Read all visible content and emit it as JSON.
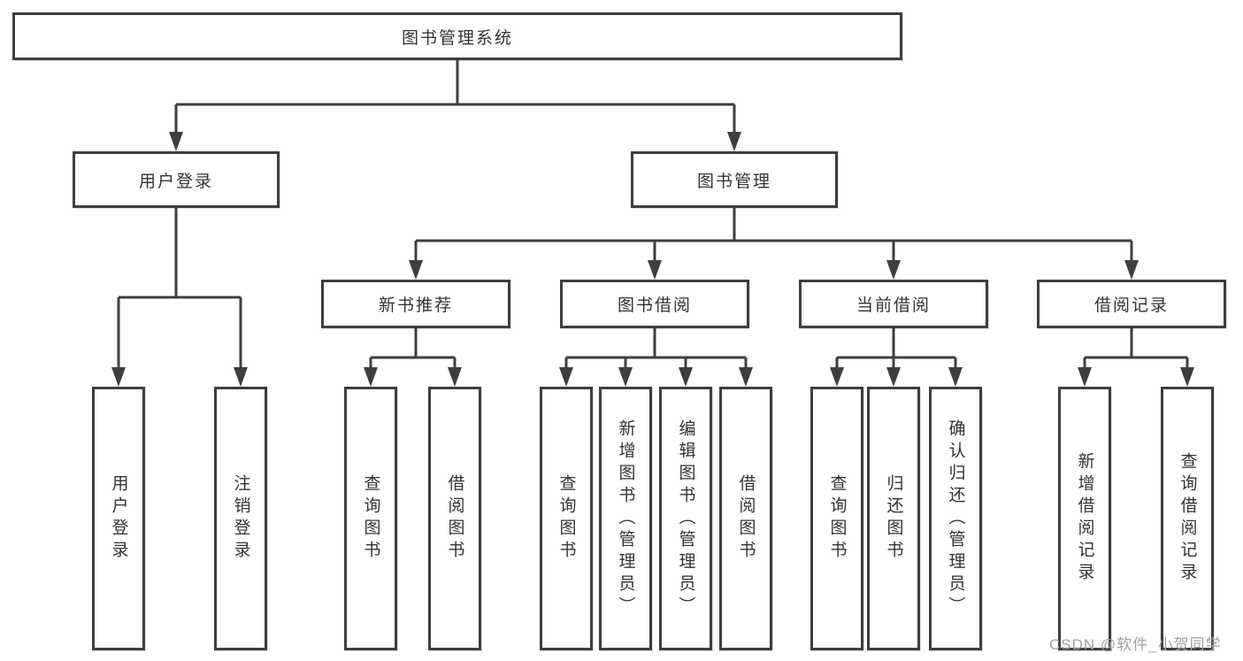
{
  "diagram": {
    "type": "tree",
    "root": {
      "label": "图书管理系统"
    },
    "level1": [
      {
        "id": "user-login",
        "label": "用户登录",
        "parent": "图书管理系统"
      },
      {
        "id": "book-management",
        "label": "图书管理",
        "parent": "图书管理系统"
      }
    ],
    "level2": [
      {
        "id": "new-book-recommendation",
        "label": "新书推荐",
        "parent": "图书管理"
      },
      {
        "id": "book-borrowing",
        "label": "图书借阅",
        "parent": "图书管理"
      },
      {
        "id": "current-borrowing",
        "label": "当前借阅",
        "parent": "图书管理"
      },
      {
        "id": "borrowing-records",
        "label": "借阅记录",
        "parent": "图书管理"
      }
    ],
    "leaves": [
      {
        "label": "用户登录",
        "parent": "用户登录"
      },
      {
        "label": "注销登录",
        "parent": "用户登录"
      },
      {
        "label": "查询图书",
        "parent": "新书推荐"
      },
      {
        "label": "借阅图书",
        "parent": "新书推荐"
      },
      {
        "label": "查询图书",
        "parent": "图书借阅"
      },
      {
        "label": "新增图书（管理员）",
        "parent": "图书借阅"
      },
      {
        "label": "编辑图书（管理员）",
        "parent": "图书借阅"
      },
      {
        "label": "借阅图书",
        "parent": "图书借阅"
      },
      {
        "label": "查询图书",
        "parent": "当前借阅"
      },
      {
        "label": "归还图书",
        "parent": "当前借阅"
      },
      {
        "label": "确认归还（管理员）",
        "parent": "当前借阅"
      },
      {
        "label": "新增借阅记录",
        "parent": "借阅记录"
      },
      {
        "label": "查询借阅记录",
        "parent": "借阅记录"
      }
    ],
    "watermark": "CSDN @软件_小贺同学",
    "colors": {
      "line": "#3e3e3e",
      "text": "#333333",
      "watermark": "#a0a0a0",
      "background": "#ffffff"
    }
  }
}
